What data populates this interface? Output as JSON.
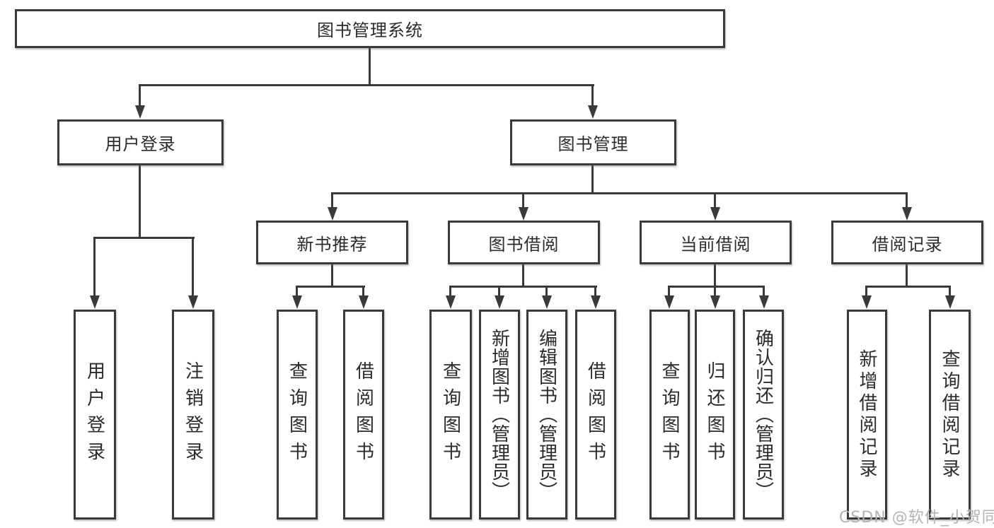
{
  "tree": {
    "label": "图书管理系统",
    "children": [
      {
        "label": "用户登录",
        "children": [
          {
            "label": "用户登录"
          },
          {
            "label": "注销登录"
          }
        ]
      },
      {
        "label": "图书管理",
        "children": [
          {
            "label": "新书推荐",
            "children": [
              {
                "label": "查询图书"
              },
              {
                "label": "借阅图书"
              }
            ]
          },
          {
            "label": "图书借阅",
            "children": [
              {
                "label": "查询图书"
              },
              {
                "label": "新增图书（管理员）"
              },
              {
                "label": "编辑图书（管理员）"
              },
              {
                "label": "借阅图书"
              }
            ]
          },
          {
            "label": "当前借阅",
            "children": [
              {
                "label": "查询图书"
              },
              {
                "label": "归还图书"
              },
              {
                "label": "确认归还（管理员）"
              }
            ]
          },
          {
            "label": "借阅记录",
            "children": [
              {
                "label": "新增借阅记录"
              },
              {
                "label": "查询借阅记录"
              }
            ]
          }
        ]
      }
    ]
  },
  "watermark": {
    "text": "CSDN @软件_小贺同学"
  },
  "colors": {
    "line": "#3a3a3a",
    "text": "#2b2b2b",
    "background": "#ffffff",
    "watermark": "#b3b3b3"
  }
}
